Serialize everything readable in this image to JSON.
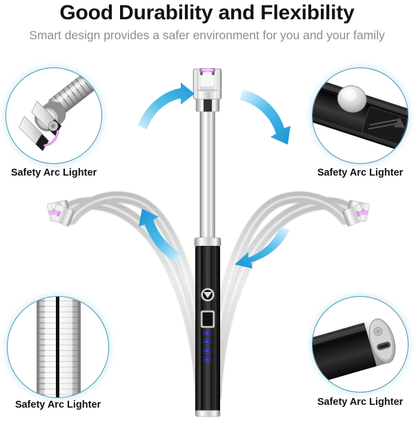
{
  "header": {
    "title": "Good Durability and Flexibility",
    "subtitle": "Smart design provides a safer environment for you and your family"
  },
  "colors": {
    "title_color": "#121212",
    "subtitle_color": "#8d8d8d",
    "circle_border": "#3d8fa6",
    "arrow_blue": "#29a8e0",
    "arrow_blue_light": "#bfe6f8",
    "arc_purple": "#d36ad8",
    "led_blue": "#4750ff",
    "body_black": "#121212",
    "metal_silver": "#d8d8d8"
  },
  "insets": [
    {
      "id": "arc-head-closeup",
      "caption": "Safety Arc Lighter",
      "description": "Close-up of the arc lighter head with purple electric arc between the electrodes"
    },
    {
      "id": "power-button-closeup",
      "caption": "Safety Arc Lighter",
      "description": "Close-up of the black handle showing the silver power button and safety slide switch"
    },
    {
      "id": "gooseneck-closeup",
      "caption": "Safety Arc Lighter",
      "description": "Close-up of the flexible stainless steel gooseneck hose"
    },
    {
      "id": "usb-port-closeup",
      "caption": "Safety Arc Lighter",
      "description": "Close-up of the bottom end cap with the USB charging port"
    }
  ],
  "product": {
    "name": "Safety Arc Lighter",
    "handle_color": "#121212",
    "neck_color": "#d8d8d8",
    "arc_color": "#d36ad8",
    "led_count": 4,
    "button_label": "power-button",
    "switch_label": "safety-switch",
    "flex_positions": 5
  },
  "arrows": [
    {
      "id": "arrow-top-left",
      "direction": "up-right"
    },
    {
      "id": "arrow-top-right",
      "direction": "down-right"
    },
    {
      "id": "arrow-bottom-left",
      "direction": "up-left"
    },
    {
      "id": "arrow-bottom-right",
      "direction": "left"
    }
  ]
}
